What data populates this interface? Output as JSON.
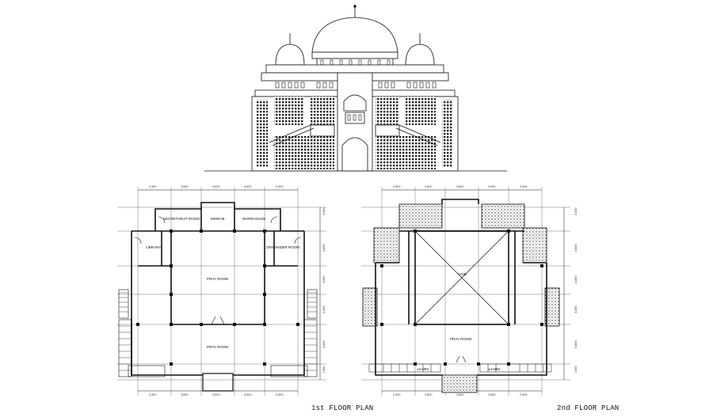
{
  "elevation": {
    "label": ""
  },
  "first_floor": {
    "caption": "1st FLOOR PLAN",
    "rooms": {
      "secretariat": "SECRETARIAT ROOM",
      "mihrab": "MIHRAB",
      "warehouse": "WAREHOUSE",
      "library": "LIBRARY",
      "organizer": "ORGANIZER ROOM",
      "pray_upper": "PRAY ROOM",
      "pray_lower": "PRAY ROOM"
    },
    "dims_top": [
      "2,900",
      "3,800",
      "3,600",
      "3,600",
      "2,900"
    ],
    "dims_bottom": [
      "2,900",
      "3,800",
      "3,600",
      "3,600",
      "2,900"
    ],
    "dims_right": [
      "3,000",
      "3,600",
      "3,600",
      "3,600",
      "3,600",
      "1,500"
    ]
  },
  "second_floor": {
    "caption": "2nd FLOOR PLAN",
    "rooms": {
      "void": "VOID",
      "pray": "PRAY ROOM",
      "level_left": "±4.50M",
      "level_right": "±4.50M"
    },
    "dims_top": [
      "2,900",
      "3,800",
      "3,600",
      "3,600",
      "2,900"
    ],
    "dims_bottom": [
      "2,900",
      "3,800",
      "3,600",
      "3,600",
      "2,900"
    ],
    "dims_right": [
      "3,000",
      "3,600",
      "3,600",
      "3,600",
      "3,600",
      "1,500"
    ]
  }
}
